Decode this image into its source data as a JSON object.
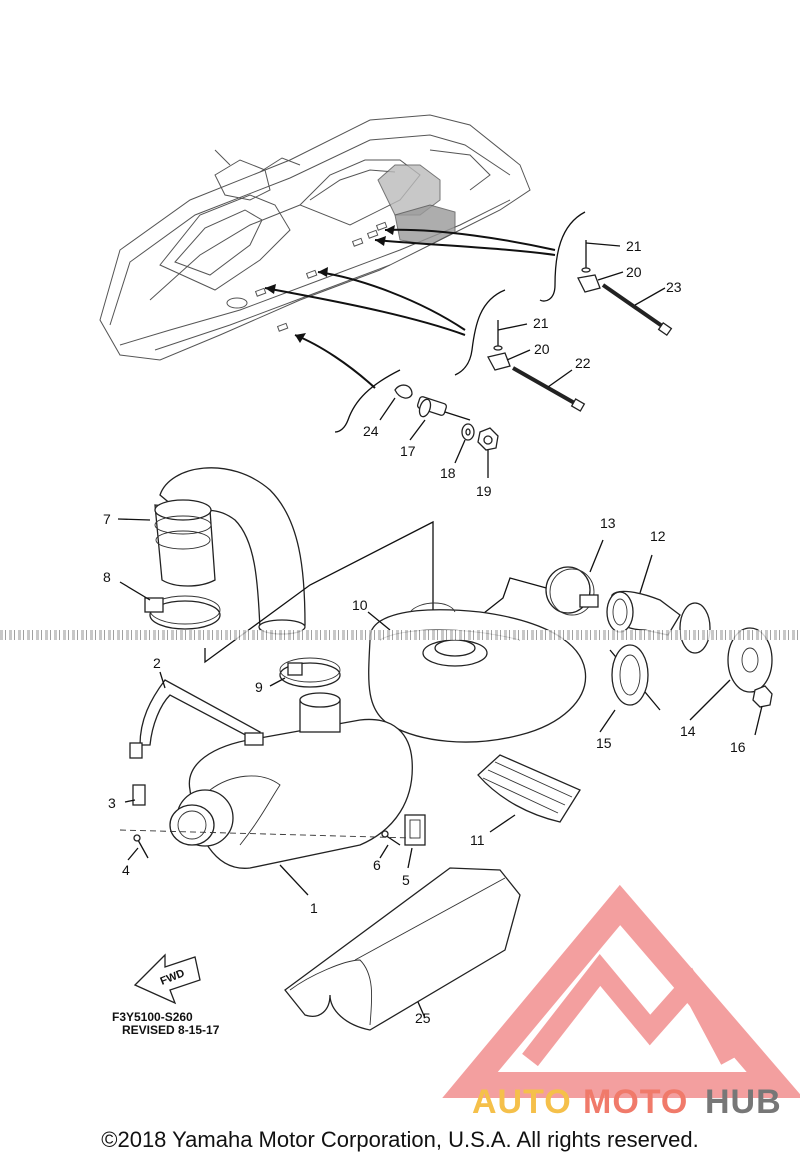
{
  "callouts": {
    "c1": "1",
    "c2": "2",
    "c3": "3",
    "c4": "4",
    "c5": "5",
    "c6": "6",
    "c7": "7",
    "c8": "8",
    "c9": "9",
    "c10": "10",
    "c11": "11",
    "c12": "12",
    "c13": "13",
    "c14": "14",
    "c15": "15",
    "c16": "16",
    "c17": "17",
    "c18": "18",
    "c19": "19",
    "c20a": "20",
    "c20b": "20",
    "c21a": "21",
    "c21b": "21",
    "c22": "22",
    "c23": "23",
    "c24": "24",
    "c25": "25"
  },
  "fwd_label": "FWD",
  "diagram_code": "F3Y5100-S260",
  "revision": "REVISED 8-15-17",
  "watermark": {
    "part1": "AUTO",
    "part2": "MOTO",
    "part3": "HUB",
    "color_auto": "#f5c04a",
    "color_moto": "#f07a6a",
    "color_hub": "#777777",
    "triangle_color": "#f08080"
  },
  "copyright": "©2018 Yamaha Motor Corporation, U.S.A. All rights reserved."
}
